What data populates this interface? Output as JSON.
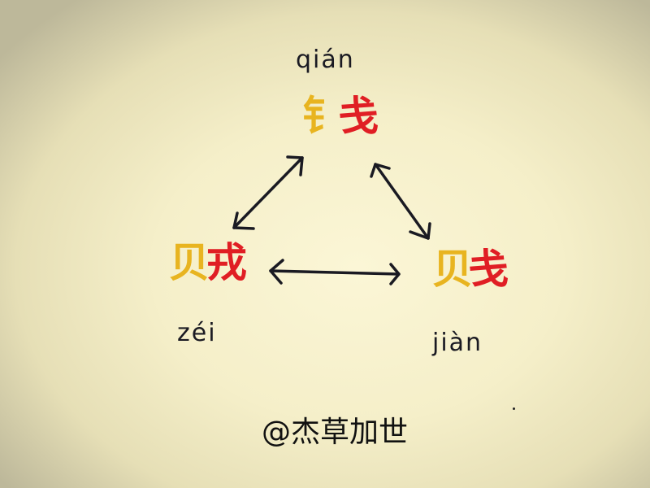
{
  "diagram": {
    "nodes": [
      {
        "id": "qian",
        "pinyin": "qián",
        "radical": "钅",
        "phonetic": "戋",
        "character": "钱",
        "meaning_color": {
          "radical": "#e8b420",
          "phonetic": "#e01e24"
        }
      },
      {
        "id": "zei",
        "pinyin": "zéi",
        "radical": "贝",
        "phonetic": "戎",
        "character": "贼",
        "meaning_color": {
          "radical": "#e8b420",
          "phonetic": "#e01e24"
        }
      },
      {
        "id": "jian",
        "pinyin": "jiàn",
        "radical": "贝",
        "phonetic": "戋",
        "character": "贱",
        "meaning_color": {
          "radical": "#e8b420",
          "phonetic": "#e01e24"
        }
      }
    ],
    "edges": [
      {
        "from": "qian",
        "to": "zei",
        "type": "bidirectional"
      },
      {
        "from": "qian",
        "to": "jian",
        "type": "bidirectional"
      },
      {
        "from": "zei",
        "to": "jian",
        "type": "bidirectional"
      }
    ],
    "signature": "@杰草加世",
    "colors": {
      "background": "#f7f1cc",
      "ink": "#1a1a22",
      "radical": "#e8b420",
      "phonetic": "#e01e24"
    }
  }
}
